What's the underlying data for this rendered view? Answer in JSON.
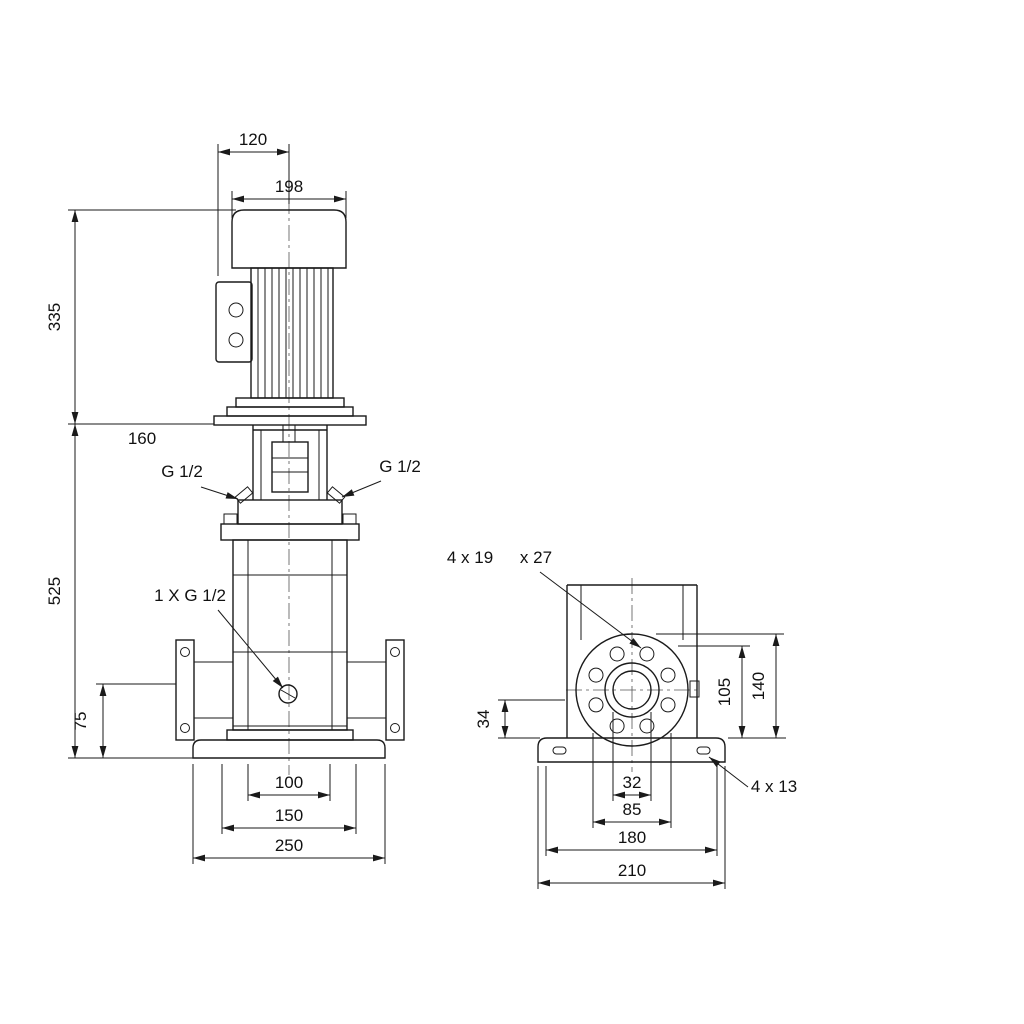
{
  "front_view": {
    "dim_width_top": "120",
    "dim_motor_width": "198",
    "dim_motor_height": "335",
    "dim_160": "160",
    "dim_pump_height": "525",
    "port_left_label": "G 1/2",
    "port_right_label": "G 1/2",
    "drain_label": "1 X G 1/2",
    "dim_75": "75",
    "dim_100": "100",
    "dim_150": "150",
    "dim_250": "250"
  },
  "side_view": {
    "flange_holes_label": "4 x 19",
    "flange_holes_label2": "x 27",
    "dim_34": "34",
    "dim_105": "105",
    "dim_140": "140",
    "base_holes_label": "4 x 13",
    "dim_32": "32",
    "dim_85": "85",
    "dim_180": "180",
    "dim_210": "210"
  },
  "colors": {
    "line": "#1a1a1a",
    "background": "#ffffff"
  }
}
